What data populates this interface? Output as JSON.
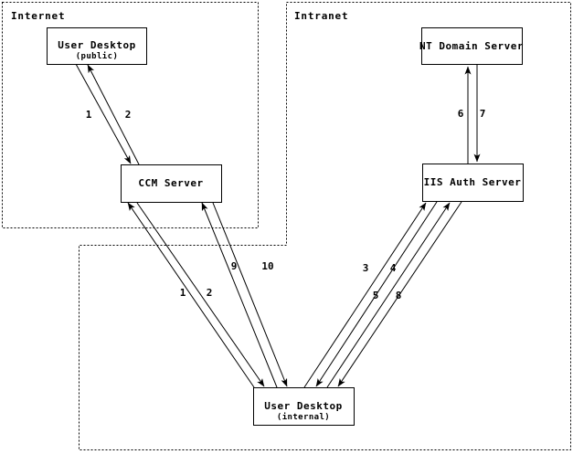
{
  "regions": {
    "internet_label": "Internet",
    "intranet_label": "Intranet"
  },
  "nodes": {
    "user_desktop_public": {
      "label": "User Desktop",
      "sublabel": "(public)"
    },
    "nt_domain_server": {
      "label": "NT Domain Server"
    },
    "ccm_server": {
      "label": "CCM Server"
    },
    "iis_auth_server": {
      "label": "IIS Auth Server"
    },
    "user_desktop_internal": {
      "label": "User Desktop",
      "sublabel": "(internal)"
    }
  },
  "edge_labels": {
    "step1_public_ccm": "1",
    "step2_ccm_public": "2",
    "step1_internal_ccm": "1",
    "step2_ccm_internal": "2",
    "step3_internal_iis": "3",
    "step4_iis_internal": "4",
    "step5_internal_iis": "5",
    "step6_iis_nt": "6",
    "step7_nt_iis": "7",
    "step8_iis_internal": "8",
    "step9_internal_ccm": "9",
    "step10_ccm_internal": "10"
  },
  "colors": {
    "line": "#000000",
    "background": "#ffffff",
    "box_fill": "#ffffff"
  }
}
